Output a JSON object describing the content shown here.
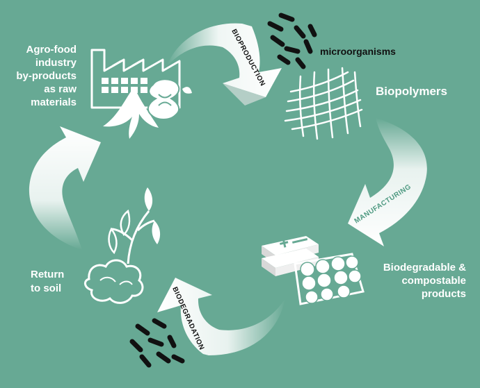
{
  "labels": {
    "agro_food": [
      "Agro-food",
      "industry",
      "by-products",
      "as raw",
      "materials"
    ],
    "microorganisms": "microorganisms",
    "biopolymers": "Biopolymers",
    "products": [
      "Biodegradable &",
      "compostable",
      "products"
    ],
    "return_to_soil": [
      "Return",
      "to soil"
    ]
  },
  "arrows": {
    "bioproduction": "BIOPRODUCTION",
    "manufacturing": "MANUFACTURING",
    "biodegradation": "BIODEGRADATION"
  },
  "colors": {
    "background": "#67a994",
    "arrow": "#ffffff",
    "arrow_text_dark": "#111111",
    "arrow_text_green": "#4f9a82",
    "microbe": "#111111"
  },
  "icons": [
    "factory-icon",
    "banana-peel-icon",
    "apple-core-icon",
    "microbe-icon",
    "polymer-mesh-icon",
    "product-box-icon",
    "tomato-tray-icon",
    "plant-sprout-icon",
    "soil-cloud-icon"
  ]
}
